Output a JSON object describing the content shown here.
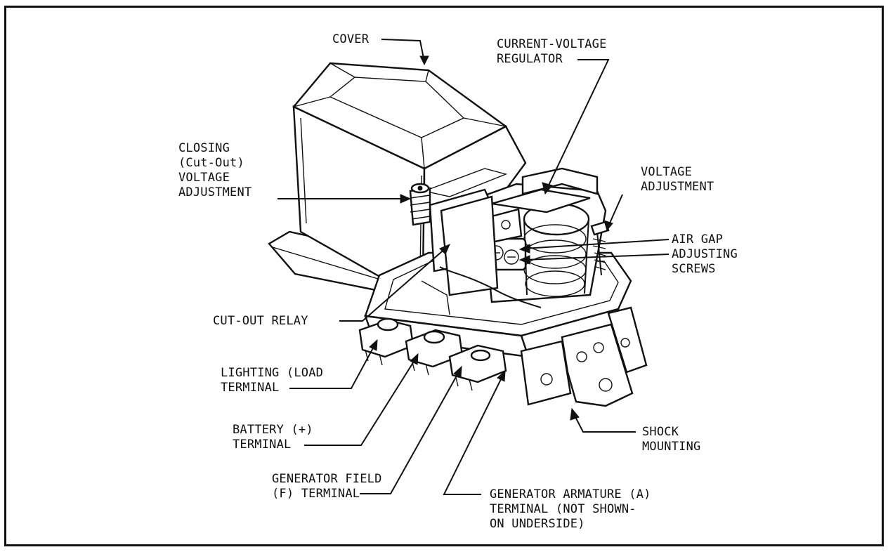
{
  "labels": {
    "cover": "COVER",
    "current_voltage_regulator": "CURRENT-VOLTAGE\nREGULATOR",
    "closing_voltage_adjustment": "CLOSING\n(Cut-Out)\nVOLTAGE\nADJUSTMENT",
    "voltage_adjustment": "VOLTAGE\nADJUSTMENT",
    "air_gap_adjusting_screws": "AIR GAP\nADJUSTING\nSCREWS",
    "cut_out_relay": "CUT-OUT RELAY",
    "lighting_load_terminal": "LIGHTING (LOAD\nTERMINAL",
    "battery_terminal": "BATTERY (+)\nTERMINAL",
    "generator_field_terminal": "GENERATOR FIELD\n(F) TERMINAL",
    "generator_armature_terminal": "GENERATOR ARMATURE (A)\nTERMINAL (NOT SHOWN-\nON UNDERSIDE)",
    "shock_mounting": "SHOCK\nMOUNTING"
  }
}
